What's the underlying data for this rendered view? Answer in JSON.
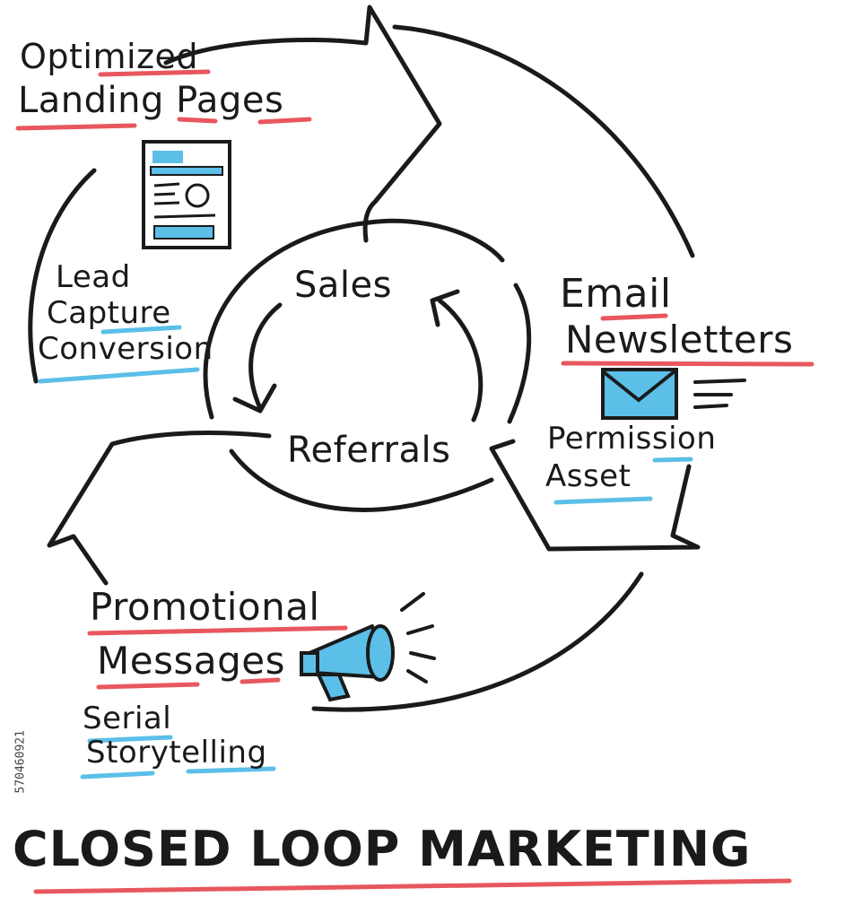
{
  "diagram": {
    "title": "CLOSED LOOP MARKETING",
    "center": {
      "top_label": "Sales",
      "bottom_label": "Referrals"
    },
    "stages": [
      {
        "heading_line1": "Optimized",
        "heading_line2": "Landing Pages",
        "detail_lines": [
          "Lead",
          "Capture",
          "Conversion"
        ],
        "icon": "landing-page-icon"
      },
      {
        "heading_line1": "Email",
        "heading_line2": "Newsletters",
        "detail_lines": [
          "Permission",
          "Asset"
        ],
        "icon": "envelope-icon"
      },
      {
        "heading_line1": "Promotional",
        "heading_line2": "Messages",
        "detail_lines": [
          "Serial",
          "Storytelling"
        ],
        "icon": "megaphone-icon"
      }
    ],
    "stock_id": "570460921"
  },
  "colors": {
    "ink": "#1a1a1a",
    "red_underline": "#e8575d",
    "blue_underline": "#5bbfe8",
    "icon_blue": "#5bbfe8"
  }
}
